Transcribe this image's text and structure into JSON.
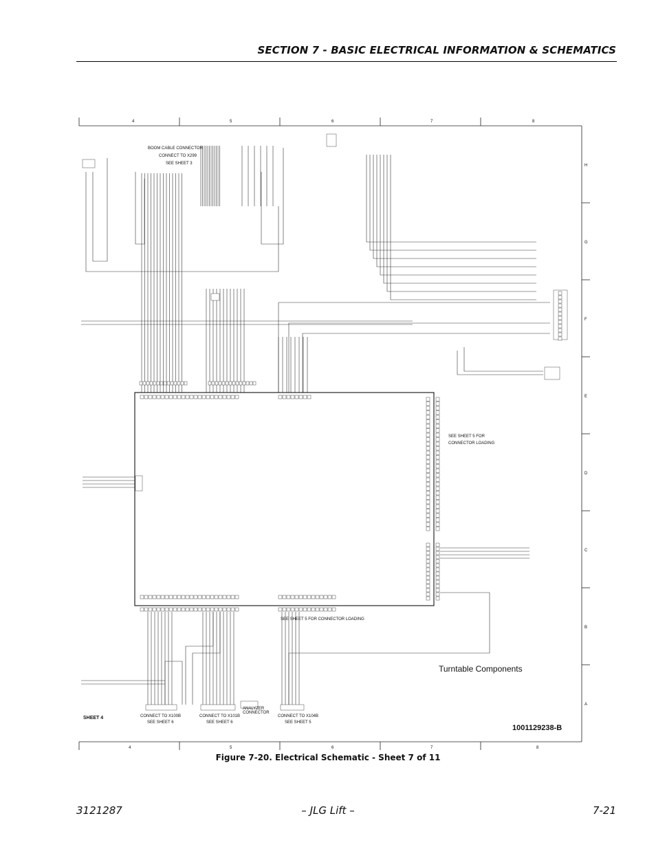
{
  "header": {
    "section_title": "SECTION 7 - BASIC ELECTRICAL INFORMATION & SCHEMATICS"
  },
  "schematic": {
    "columns_top": [
      "4",
      "5",
      "6",
      "7",
      "8"
    ],
    "columns_bottom": [
      "4",
      "5",
      "6",
      "7",
      "8"
    ],
    "rows": [
      "H",
      "G",
      "F",
      "E",
      "D",
      "C",
      "B",
      "A"
    ],
    "boom_cable": {
      "title": "BOOM CABLE CONNECTOR",
      "line2": "CONNECT TO X299",
      "line3": "SEE SHEET 3"
    },
    "connector_loading_note": {
      "line1": "SEE SHEET 5 FOR",
      "line2": "CONNECTOR LOADING"
    },
    "bottom_loading_note": "SEE SHEET 5 FOR CONNECTOR LOADING",
    "connect_x100b": {
      "line1": "CONNECT TO X100B",
      "line2": "SEE SHEET 6"
    },
    "connect_x101b": {
      "line1": "CONNECT TO X101B",
      "line2": "SEE SHEET 6"
    },
    "analyzer": {
      "line1": "ANALYZER",
      "line2": "CONNECTOR"
    },
    "connect_x104b": {
      "line1": "CONNECT TO X104B",
      "line2": "SEE SHEET 5"
    },
    "area_title": "Turntable Components",
    "sheet_label": "SHEET 4",
    "drawing_number": "1001129238-B"
  },
  "figure_caption": "Figure 7-20.  Electrical Schematic - Sheet 7 of 11",
  "footer": {
    "doc_number": "3121287",
    "center": "– JLG Lift –",
    "page_number": "7-21"
  }
}
